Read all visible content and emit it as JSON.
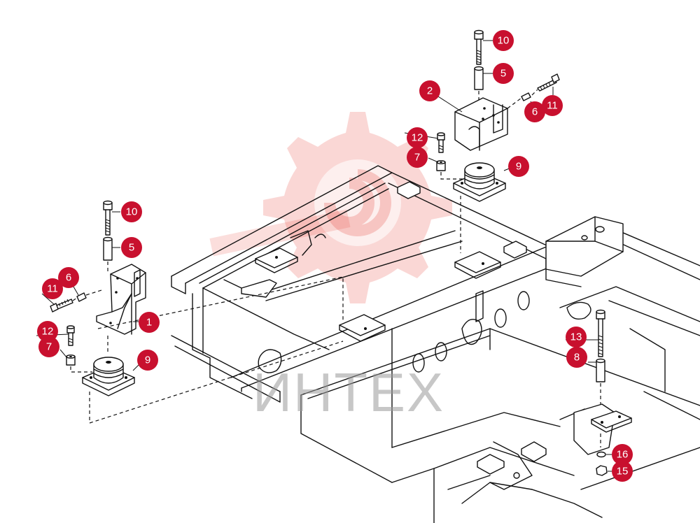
{
  "watermark": {
    "text": "ИНТЕХ"
  },
  "colors": {
    "callout": "#c8102e",
    "watermark_logo": "#e8473f",
    "line": "#111111"
  },
  "callouts": [
    {
      "id": "c-10-top",
      "label": "10"
    },
    {
      "id": "c-5-top",
      "label": "5"
    },
    {
      "id": "c-2",
      "label": "2"
    },
    {
      "id": "c-6-right",
      "label": "6"
    },
    {
      "id": "c-11-right",
      "label": "11"
    },
    {
      "id": "c-12-mid",
      "label": "12"
    },
    {
      "id": "c-7-mid",
      "label": "7"
    },
    {
      "id": "c-9-right",
      "label": "9"
    },
    {
      "id": "c-10-left",
      "label": "10"
    },
    {
      "id": "c-5-left",
      "label": "5"
    },
    {
      "id": "c-6-left",
      "label": "6"
    },
    {
      "id": "c-11-left",
      "label": "11"
    },
    {
      "id": "c-1",
      "label": "1"
    },
    {
      "id": "c-12-left",
      "label": "12"
    },
    {
      "id": "c-7-left",
      "label": "7"
    },
    {
      "id": "c-9-left",
      "label": "9"
    },
    {
      "id": "c-13",
      "label": "13"
    },
    {
      "id": "c-8",
      "label": "8"
    },
    {
      "id": "c-16",
      "label": "16"
    },
    {
      "id": "c-15",
      "label": "15"
    }
  ]
}
